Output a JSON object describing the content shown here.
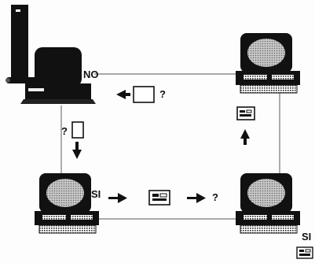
{
  "labels": {
    "no": "NO",
    "si_bottom_left": "SI",
    "si_bottom_right": "SI",
    "question_top": "?",
    "question_left": "?",
    "question_bottom": "?"
  },
  "colors": {
    "ink": "#111111",
    "line": "#777777",
    "screen": "#9a9a9a",
    "paper": "#fdfdfd"
  },
  "icons": [
    "server-terminal-icon",
    "computer-icon",
    "empty-message-icon",
    "data-message-icon",
    "arrow-icon"
  ]
}
